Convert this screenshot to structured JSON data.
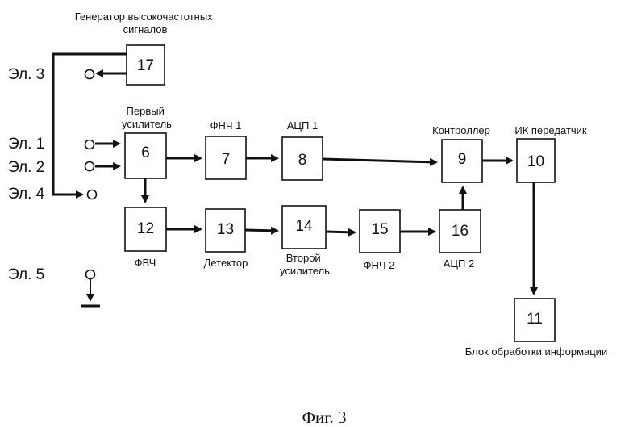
{
  "diagram": {
    "blocks": [
      {
        "id": "6",
        "label": "Первый\nусилитель"
      },
      {
        "id": "7",
        "label": "ФНЧ 1"
      },
      {
        "id": "8",
        "label": "АЦП 1"
      },
      {
        "id": "9",
        "label": "Контроллер"
      },
      {
        "id": "10",
        "label": "ИК передатчик"
      },
      {
        "id": "11",
        "label": "Блок обработки информации"
      },
      {
        "id": "12",
        "label": "ФВЧ"
      },
      {
        "id": "13",
        "label": "Детектор"
      },
      {
        "id": "14",
        "label": "Второй\nусилитель"
      },
      {
        "id": "15",
        "label": "ФНЧ 2"
      },
      {
        "id": "16",
        "label": "АЦП 2"
      },
      {
        "id": "17",
        "label": "Генератор высокочастотных\nсигналов"
      }
    ],
    "electrodes": [
      "Эл. 1",
      "Эл. 2",
      "Эл. 3",
      "Эл. 4",
      "Эл. 5"
    ],
    "connections": [
      [
        "Эл. 1",
        "6"
      ],
      [
        "Эл. 2",
        "6"
      ],
      [
        "17",
        "Эл. 3"
      ],
      [
        "17",
        "Эл. 4"
      ],
      [
        "6",
        "7"
      ],
      [
        "7",
        "8"
      ],
      [
        "8",
        "9"
      ],
      [
        "9",
        "10"
      ],
      [
        "10",
        "11"
      ],
      [
        "6",
        "12"
      ],
      [
        "12",
        "13"
      ],
      [
        "13",
        "14"
      ],
      [
        "14",
        "15"
      ],
      [
        "15",
        "16"
      ],
      [
        "16",
        "9"
      ]
    ]
  },
  "caption": "Фиг. 3"
}
